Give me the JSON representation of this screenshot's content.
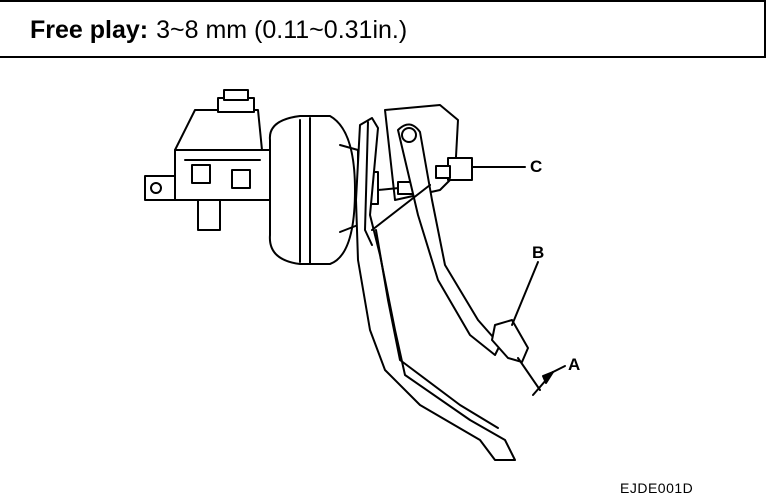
{
  "header": {
    "label": "Free play:",
    "value": "3~8 mm (0.11~0.31in.)"
  },
  "callouts": {
    "a": "A",
    "b": "B",
    "c": "C"
  },
  "figure_code": "EJDE001D",
  "icons": [
    "brake-pedal-assembly-illustration"
  ]
}
